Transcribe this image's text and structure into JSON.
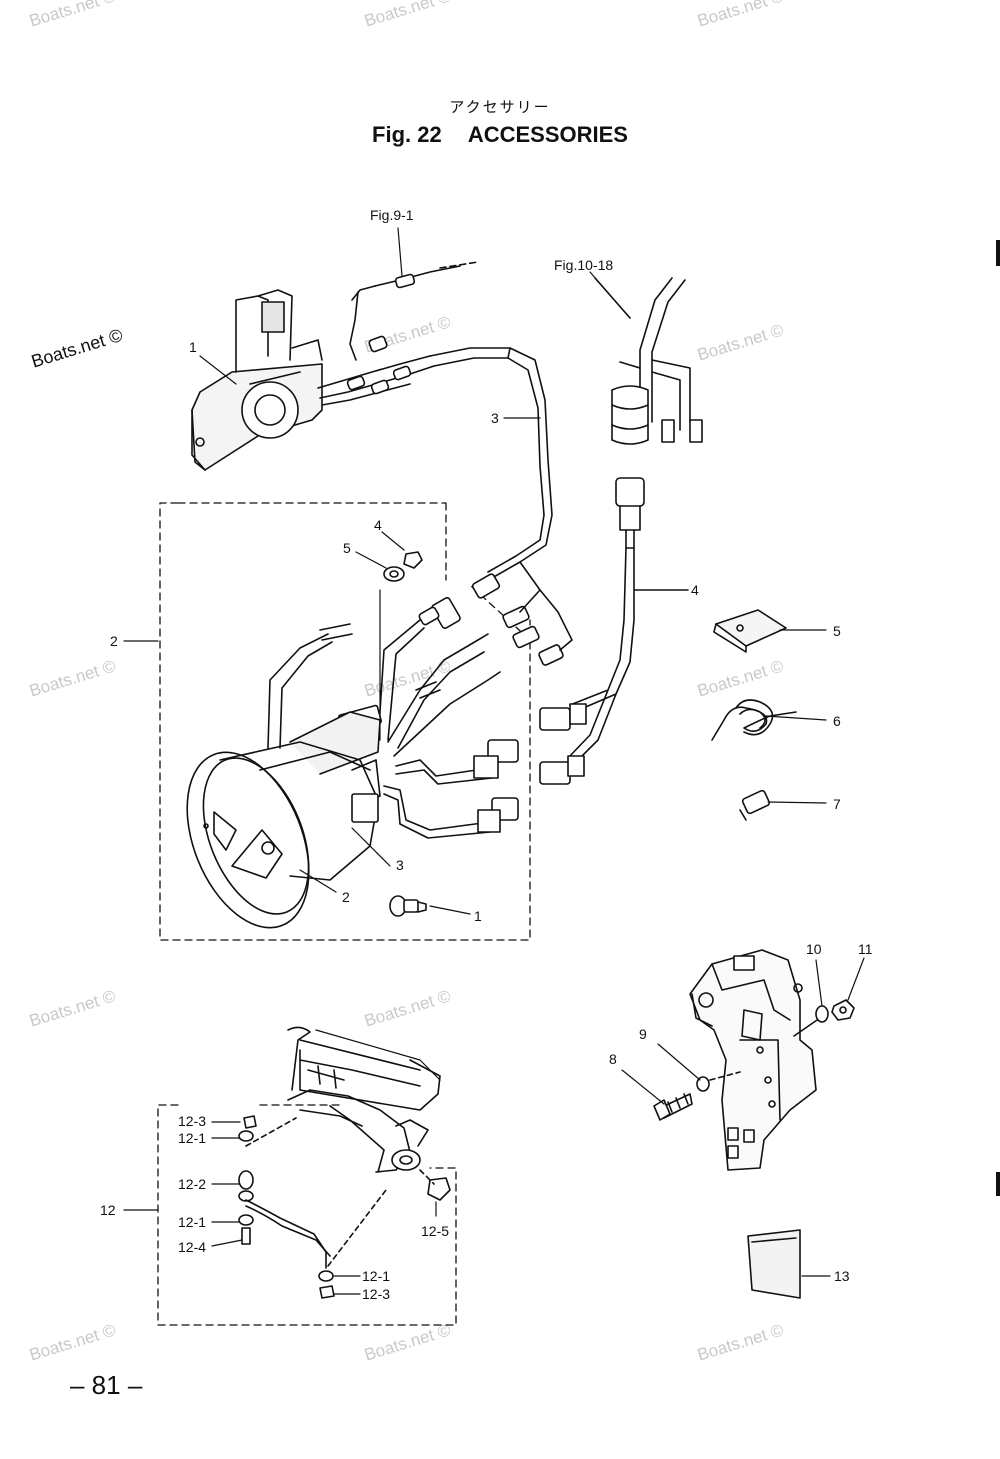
{
  "title_jp": "アクセサリー",
  "fig_number": "Fig. 22",
  "fig_name": "ACCESSORIES",
  "refs": {
    "fig9_1": "Fig.9-1",
    "fig10_18": "Fig.10-18"
  },
  "callouts": {
    "c1_top": "1",
    "c3_top": "3",
    "c4_right": "4",
    "c5_right": "5",
    "c6_right": "6",
    "c7_right": "7",
    "c2_left": "2",
    "c4_small": "4",
    "c5_small": "5",
    "c3_gauge": "3",
    "c2_gauge": "2",
    "c1_bulb": "1",
    "c10": "10",
    "c11": "11",
    "c9": "9",
    "c8": "8",
    "c12_3_a": "12-3",
    "c12_1_a": "12-1",
    "c12_2": "12-2",
    "c12": "12",
    "c12_1_b": "12-1",
    "c12_4": "12-4",
    "c12_5": "12-5",
    "c12_1_c": "12-1",
    "c12_3_b": "12-3",
    "c13": "13"
  },
  "watermark": "Boats.net ©",
  "page_number": "– 81 –"
}
